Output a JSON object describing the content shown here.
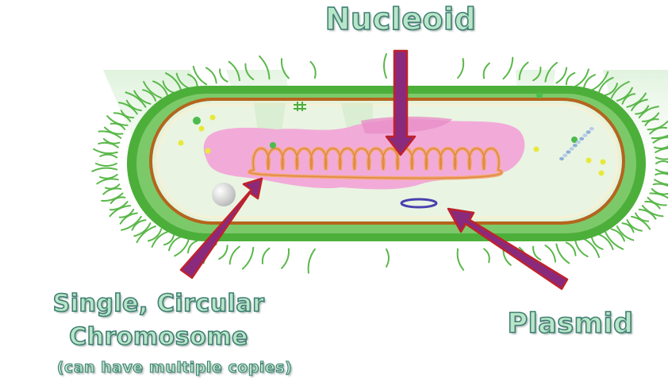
{
  "labels": {
    "nucleoid": "Nucleoid",
    "chromosome_line1": "Single, Circular",
    "chromosome_line2": "Chromosome",
    "copies": "(can have multiple copies)",
    "plasmid": "Plasmid"
  },
  "colors": {
    "cell_wall": "#4caf3a",
    "membrane": "#b5651d",
    "cytoplasm": "#e4f3da",
    "nucleoid_region": "#f2a6d8",
    "chromosome": "#f3a86e",
    "plasmid": "#4b3fb0",
    "arrow_fill": "#8a2a7c",
    "arrow_outline": "#c0222a",
    "label_fill": "#b9e6c8",
    "label_outline": "#3f7f73"
  }
}
